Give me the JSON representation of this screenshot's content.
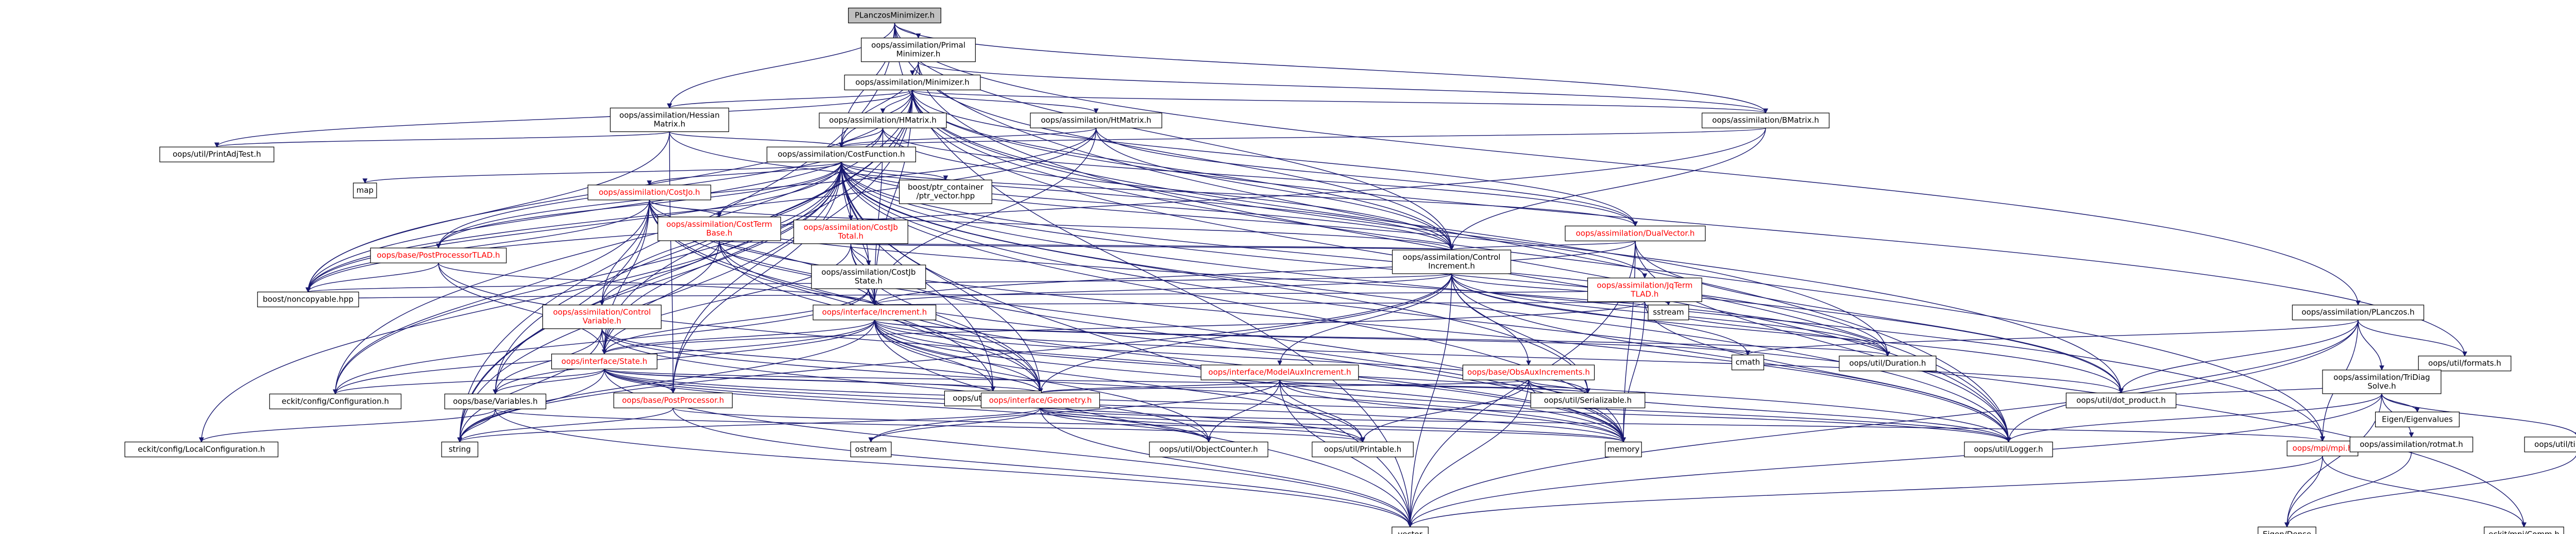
{
  "diagram": {
    "colors": {
      "background": "#ffffff",
      "node_fill": "#ffffff",
      "root_fill": "#bfbfbf",
      "edge": "#191970",
      "text_default": "#000000",
      "text_linked": "#000000",
      "text_missing": "#ff0000",
      "node_border": "#000000",
      "missing_border": "#bfbfbf"
    },
    "nodes": [
      {
        "id": "n0",
        "label": "PLanczosMinimizer.h",
        "kind": "root"
      },
      {
        "id": "n1",
        "label": "oops/assimilation/Primal\nMinimizer.h",
        "kind": "file"
      },
      {
        "id": "n2",
        "label": "oops/assimilation/Minimizer.h",
        "kind": "file"
      },
      {
        "id": "n3",
        "label": "oops/assimilation/Hessian\nMatrix.h",
        "kind": "file"
      },
      {
        "id": "n4",
        "label": "oops/assimilation/HMatrix.h",
        "kind": "file"
      },
      {
        "id": "n5",
        "label": "oops/assimilation/HtMatrix.h",
        "kind": "file"
      },
      {
        "id": "n6",
        "label": "oops/assimilation/BMatrix.h",
        "kind": "file"
      },
      {
        "id": "n7",
        "label": "oops/util/PrintAdjTest.h",
        "kind": "file"
      },
      {
        "id": "n8",
        "label": "oops/assimilation/CostFunction.h",
        "kind": "file"
      },
      {
        "id": "n9",
        "label": "map",
        "kind": "system"
      },
      {
        "id": "n10",
        "label": "boost/ptr_container\n/ptr_vector.hpp",
        "kind": "system"
      },
      {
        "id": "n11",
        "label": "oops/assimilation/CostJo.h",
        "kind": "missing"
      },
      {
        "id": "n12",
        "label": "oops/assimilation/CostTerm\nBase.h",
        "kind": "missing"
      },
      {
        "id": "n13",
        "label": "oops/assimilation/CostJb\nTotal.h",
        "kind": "missing"
      },
      {
        "id": "n14",
        "label": "oops/base/PostProcessorTLAD.h",
        "kind": "missing"
      },
      {
        "id": "n15",
        "label": "oops/assimilation/DualVector.h",
        "kind": "missing"
      },
      {
        "id": "n16",
        "label": "oops/assimilation/Control\nIncrement.h",
        "kind": "file"
      },
      {
        "id": "n17",
        "label": "oops/assimilation/CostJb\nState.h",
        "kind": "file"
      },
      {
        "id": "n18",
        "label": "oops/assimilation/JqTerm\nTLAD.h",
        "kind": "missing"
      },
      {
        "id": "n19",
        "label": "boost/noncopyable.hpp",
        "kind": "system"
      },
      {
        "id": "n20",
        "label": "oops/assimilation/Control\nVariable.h",
        "kind": "missing"
      },
      {
        "id": "n21",
        "label": "oops/interface/Increment.h",
        "kind": "missing"
      },
      {
        "id": "n22",
        "label": "sstream",
        "kind": "system"
      },
      {
        "id": "n23",
        "label": "oops/assimilation/PLanczos.h",
        "kind": "file"
      },
      {
        "id": "n24",
        "label": "oops/interface/State.h",
        "kind": "missing"
      },
      {
        "id": "n25",
        "label": "oops/interface/ModelAuxIncrement.h",
        "kind": "missing"
      },
      {
        "id": "n26",
        "label": "oops/base/ObsAuxIncrements.h",
        "kind": "missing"
      },
      {
        "id": "n27",
        "label": "cmath",
        "kind": "system"
      },
      {
        "id": "n28",
        "label": "oops/util/Duration.h",
        "kind": "file"
      },
      {
        "id": "n29",
        "label": "oops/util/formats.h",
        "kind": "file"
      },
      {
        "id": "n30",
        "label": "oops/assimilation/TriDiag\nSolve.h",
        "kind": "file"
      },
      {
        "id": "n31",
        "label": "eckit/config/Configuration.h",
        "kind": "file"
      },
      {
        "id": "n32",
        "label": "oops/base/Variables.h",
        "kind": "file"
      },
      {
        "id": "n33",
        "label": "oops/base/PostProcessor.h",
        "kind": "missing"
      },
      {
        "id": "n34",
        "label": "oops/util/DateTime.h",
        "kind": "file"
      },
      {
        "id": "n35",
        "label": "oops/interface/Geometry.h",
        "kind": "missing"
      },
      {
        "id": "n36",
        "label": "oops/util/Serializable.h",
        "kind": "file"
      },
      {
        "id": "n37",
        "label": "oops/util/dot_product.h",
        "kind": "file"
      },
      {
        "id": "n38",
        "label": "Eigen/Eigenvalues",
        "kind": "system"
      },
      {
        "id": "n39",
        "label": "eckit/config/LocalConfiguration.h",
        "kind": "file"
      },
      {
        "id": "n40",
        "label": "string",
        "kind": "system"
      },
      {
        "id": "n41",
        "label": "ostream",
        "kind": "system"
      },
      {
        "id": "n42",
        "label": "oops/util/ObjectCounter.h",
        "kind": "file"
      },
      {
        "id": "n43",
        "label": "oops/util/Printable.h",
        "kind": "file"
      },
      {
        "id": "n44",
        "label": "memory",
        "kind": "system"
      },
      {
        "id": "n45",
        "label": "oops/util/Logger.h",
        "kind": "file"
      },
      {
        "id": "n46",
        "label": "oops/mpi/mpi.h",
        "kind": "missing"
      },
      {
        "id": "n47",
        "label": "oops/assimilation/rotmat.h",
        "kind": "file"
      },
      {
        "id": "n48",
        "label": "oops/util/tinysvdgen.h",
        "kind": "file"
      },
      {
        "id": "n49",
        "label": "vector",
        "kind": "system"
      },
      {
        "id": "n50",
        "label": "Eigen/Dense",
        "kind": "system"
      },
      {
        "id": "n51",
        "label": "eckit/mpi/Comm.h",
        "kind": "system"
      }
    ],
    "edges": [
      [
        "n0",
        "n1"
      ],
      [
        "n0",
        "n3"
      ],
      [
        "n0",
        "n23"
      ],
      [
        "n0",
        "n8"
      ],
      [
        "n0",
        "n6"
      ],
      [
        "n0",
        "n16"
      ],
      [
        "n0",
        "n40"
      ],
      [
        "n0",
        "n49"
      ],
      [
        "n0",
        "n45"
      ],
      [
        "n1",
        "n2"
      ],
      [
        "n1",
        "n8"
      ],
      [
        "n1",
        "n6"
      ],
      [
        "n1",
        "n16"
      ],
      [
        "n1",
        "n45"
      ],
      [
        "n2",
        "n3"
      ],
      [
        "n2",
        "n4"
      ],
      [
        "n2",
        "n5"
      ],
      [
        "n2",
        "n6"
      ],
      [
        "n2",
        "n7"
      ],
      [
        "n2",
        "n8"
      ],
      [
        "n2",
        "n15"
      ],
      [
        "n2",
        "n16"
      ],
      [
        "n2",
        "n21"
      ],
      [
        "n2",
        "n31"
      ],
      [
        "n2",
        "n33"
      ],
      [
        "n2",
        "n19"
      ],
      [
        "n2",
        "n29"
      ],
      [
        "n2",
        "n37"
      ],
      [
        "n2",
        "n40"
      ],
      [
        "n2",
        "n45"
      ],
      [
        "n2",
        "n46"
      ],
      [
        "n2",
        "n24"
      ],
      [
        "n2",
        "n32"
      ],
      [
        "n2",
        "n28"
      ],
      [
        "n3",
        "n8"
      ],
      [
        "n3",
        "n16"
      ],
      [
        "n3",
        "n19"
      ],
      [
        "n3",
        "n33"
      ],
      [
        "n3",
        "n7"
      ],
      [
        "n4",
        "n8"
      ],
      [
        "n4",
        "n15"
      ],
      [
        "n4",
        "n16"
      ],
      [
        "n4",
        "n19"
      ],
      [
        "n4",
        "n14"
      ],
      [
        "n4",
        "n21"
      ],
      [
        "n5",
        "n8"
      ],
      [
        "n5",
        "n15"
      ],
      [
        "n5",
        "n16"
      ],
      [
        "n5",
        "n19"
      ],
      [
        "n5",
        "n14"
      ],
      [
        "n5",
        "n21"
      ],
      [
        "n6",
        "n8"
      ],
      [
        "n6",
        "n16"
      ],
      [
        "n6",
        "n19"
      ],
      [
        "n8",
        "n9"
      ],
      [
        "n8",
        "n10"
      ],
      [
        "n8",
        "n11"
      ],
      [
        "n8",
        "n12"
      ],
      [
        "n8",
        "n13"
      ],
      [
        "n8",
        "n14"
      ],
      [
        "n8",
        "n15"
      ],
      [
        "n8",
        "n16"
      ],
      [
        "n8",
        "n17"
      ],
      [
        "n8",
        "n18"
      ],
      [
        "n8",
        "n19"
      ],
      [
        "n8",
        "n20"
      ],
      [
        "n8",
        "n21"
      ],
      [
        "n8",
        "n24"
      ],
      [
        "n8",
        "n31"
      ],
      [
        "n8",
        "n32"
      ],
      [
        "n8",
        "n33"
      ],
      [
        "n8",
        "n34"
      ],
      [
        "n8",
        "n35"
      ],
      [
        "n8",
        "n36"
      ],
      [
        "n8",
        "n37"
      ],
      [
        "n8",
        "n28"
      ],
      [
        "n8",
        "n39"
      ],
      [
        "n8",
        "n44"
      ],
      [
        "n8",
        "n45"
      ],
      [
        "n8",
        "n46"
      ],
      [
        "n8",
        "n49"
      ],
      [
        "n8",
        "n51"
      ],
      [
        "n8",
        "n40"
      ],
      [
        "n11",
        "n12"
      ],
      [
        "n11",
        "n16"
      ],
      [
        "n11",
        "n20"
      ],
      [
        "n11",
        "n21"
      ],
      [
        "n11",
        "n24"
      ],
      [
        "n11",
        "n35"
      ],
      [
        "n11",
        "n34"
      ],
      [
        "n11",
        "n40"
      ],
      [
        "n11",
        "n44"
      ],
      [
        "n11",
        "n31"
      ],
      [
        "n11",
        "n19"
      ],
      [
        "n11",
        "n28"
      ],
      [
        "n11",
        "n45"
      ],
      [
        "n12",
        "n16"
      ],
      [
        "n12",
        "n21"
      ],
      [
        "n12",
        "n24"
      ],
      [
        "n12",
        "n35"
      ],
      [
        "n12",
        "n44"
      ],
      [
        "n12",
        "n20"
      ],
      [
        "n13",
        "n16"
      ],
      [
        "n13",
        "n17"
      ],
      [
        "n13",
        "n21"
      ],
      [
        "n13",
        "n35"
      ],
      [
        "n13",
        "n24"
      ],
      [
        "n13",
        "n44"
      ],
      [
        "n14",
        "n21"
      ],
      [
        "n14",
        "n24"
      ],
      [
        "n14",
        "n44"
      ],
      [
        "n14",
        "n19"
      ],
      [
        "n15",
        "n16"
      ],
      [
        "n15",
        "n21"
      ],
      [
        "n15",
        "n37"
      ],
      [
        "n15",
        "n44"
      ],
      [
        "n15",
        "n49"
      ],
      [
        "n15",
        "n45"
      ],
      [
        "n16",
        "n19"
      ],
      [
        "n16",
        "n21"
      ],
      [
        "n16",
        "n22"
      ],
      [
        "n16",
        "n25"
      ],
      [
        "n16",
        "n26"
      ],
      [
        "n16",
        "n27"
      ],
      [
        "n16",
        "n28"
      ],
      [
        "n16",
        "n36"
      ],
      [
        "n16",
        "n35"
      ],
      [
        "n16",
        "n37"
      ],
      [
        "n16",
        "n40"
      ],
      [
        "n16",
        "n45"
      ],
      [
        "n16",
        "n49"
      ],
      [
        "n17",
        "n21"
      ],
      [
        "n17",
        "n24"
      ],
      [
        "n17",
        "n35"
      ],
      [
        "n17",
        "n44"
      ],
      [
        "n17",
        "n31"
      ],
      [
        "n18",
        "n21"
      ],
      [
        "n18",
        "n24"
      ],
      [
        "n18",
        "n28"
      ],
      [
        "n18",
        "n44"
      ],
      [
        "n18",
        "n45"
      ],
      [
        "n18",
        "n19"
      ],
      [
        "n20",
        "n24"
      ],
      [
        "n20",
        "n32"
      ],
      [
        "n20",
        "n35"
      ],
      [
        "n20",
        "n44"
      ],
      [
        "n20",
        "n42"
      ],
      [
        "n20",
        "n40"
      ],
      [
        "n21",
        "n24"
      ],
      [
        "n21",
        "n35"
      ],
      [
        "n21",
        "n32"
      ],
      [
        "n21",
        "n34"
      ],
      [
        "n21",
        "n28"
      ],
      [
        "n21",
        "n27"
      ],
      [
        "n21",
        "n36"
      ],
      [
        "n21",
        "n42"
      ],
      [
        "n21",
        "n43"
      ],
      [
        "n21",
        "n44"
      ],
      [
        "n21",
        "n45"
      ],
      [
        "n21",
        "n40"
      ],
      [
        "n21",
        "n49"
      ],
      [
        "n21",
        "n31"
      ],
      [
        "n21",
        "n37"
      ],
      [
        "n23",
        "n27"
      ],
      [
        "n23",
        "n29"
      ],
      [
        "n23",
        "n30"
      ],
      [
        "n23",
        "n37"
      ],
      [
        "n23",
        "n45"
      ],
      [
        "n23",
        "n46"
      ],
      [
        "n23",
        "n49"
      ],
      [
        "n24",
        "n35"
      ],
      [
        "n24",
        "n32"
      ],
      [
        "n24",
        "n33"
      ],
      [
        "n24",
        "n34"
      ],
      [
        "n24",
        "n31"
      ],
      [
        "n24",
        "n42"
      ],
      [
        "n24",
        "n43"
      ],
      [
        "n24",
        "n36"
      ],
      [
        "n24",
        "n40"
      ],
      [
        "n24",
        "n44"
      ],
      [
        "n24",
        "n49"
      ],
      [
        "n24",
        "n45"
      ],
      [
        "n25",
        "n35"
      ],
      [
        "n25",
        "n42"
      ],
      [
        "n25",
        "n43"
      ],
      [
        "n25",
        "n44"
      ],
      [
        "n25",
        "n45"
      ],
      [
        "n25",
        "n49"
      ],
      [
        "n25",
        "n41"
      ],
      [
        "n25",
        "n36"
      ],
      [
        "n26",
        "n35"
      ],
      [
        "n26",
        "n36"
      ],
      [
        "n26",
        "n43"
      ],
      [
        "n26",
        "n44"
      ],
      [
        "n26",
        "n49"
      ],
      [
        "n26",
        "n45"
      ],
      [
        "n30",
        "n38"
      ],
      [
        "n30",
        "n47"
      ],
      [
        "n30",
        "n48"
      ],
      [
        "n30",
        "n50"
      ],
      [
        "n30",
        "n45"
      ],
      [
        "n30",
        "n37"
      ],
      [
        "n30",
        "n49"
      ],
      [
        "n32",
        "n39"
      ],
      [
        "n32",
        "n40"
      ],
      [
        "n32",
        "n49"
      ],
      [
        "n32",
        "n43"
      ],
      [
        "n33",
        "n44"
      ],
      [
        "n33",
        "n40"
      ],
      [
        "n33",
        "n49"
      ],
      [
        "n35",
        "n40"
      ],
      [
        "n35",
        "n41"
      ],
      [
        "n35",
        "n42"
      ],
      [
        "n35",
        "n43"
      ],
      [
        "n35",
        "n44"
      ],
      [
        "n35",
        "n46"
      ],
      [
        "n35",
        "n49"
      ],
      [
        "n46",
        "n50"
      ],
      [
        "n46",
        "n51"
      ],
      [
        "n46",
        "n49"
      ],
      [
        "n47",
        "n50"
      ],
      [
        "n48",
        "n50"
      ]
    ]
  }
}
